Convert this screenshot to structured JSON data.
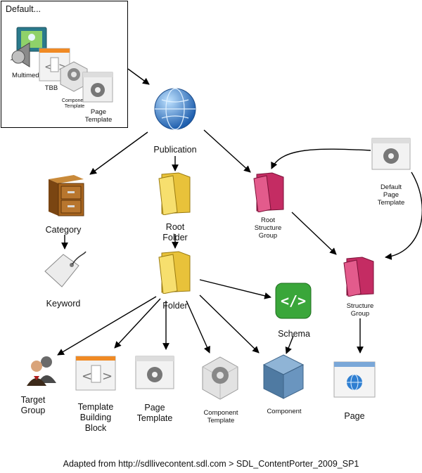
{
  "box_label": "Default...",
  "nodes": {
    "multimedia": "Multimedia",
    "tbb": "TBB",
    "component_template_small": "Component\nTemplate",
    "page_template_small": "Page\nTemplate",
    "publication": "Publication",
    "category": "Category",
    "root_folder": "Root\nFolder",
    "root_structure_group": "Root\nStructure\nGroup",
    "default_page_template": "Default\nPage\nTemplate",
    "keyword": "Keyword",
    "folder": "Folder",
    "schema": "Schema",
    "structure_group": "Structure\nGroup",
    "target_group": "Target\nGroup",
    "template_building_block": "Template\nBuilding\nBlock",
    "page_template": "Page\nTemplate",
    "component_template": "Component\nTemplate",
    "component": "Component",
    "page": "Page"
  },
  "caption": "Adapted from http://sdllivecontent.sdl.com > SDL_ContentPorter_2009_SP1",
  "colors": {
    "folder_yellow": "#f2d34f",
    "folder_pink": "#d43d77",
    "schema_green": "#3aa63a",
    "globe_blue": "#2f7fd1",
    "cabinet_brown": "#a8651e",
    "component_blue": "#5b86ad"
  }
}
